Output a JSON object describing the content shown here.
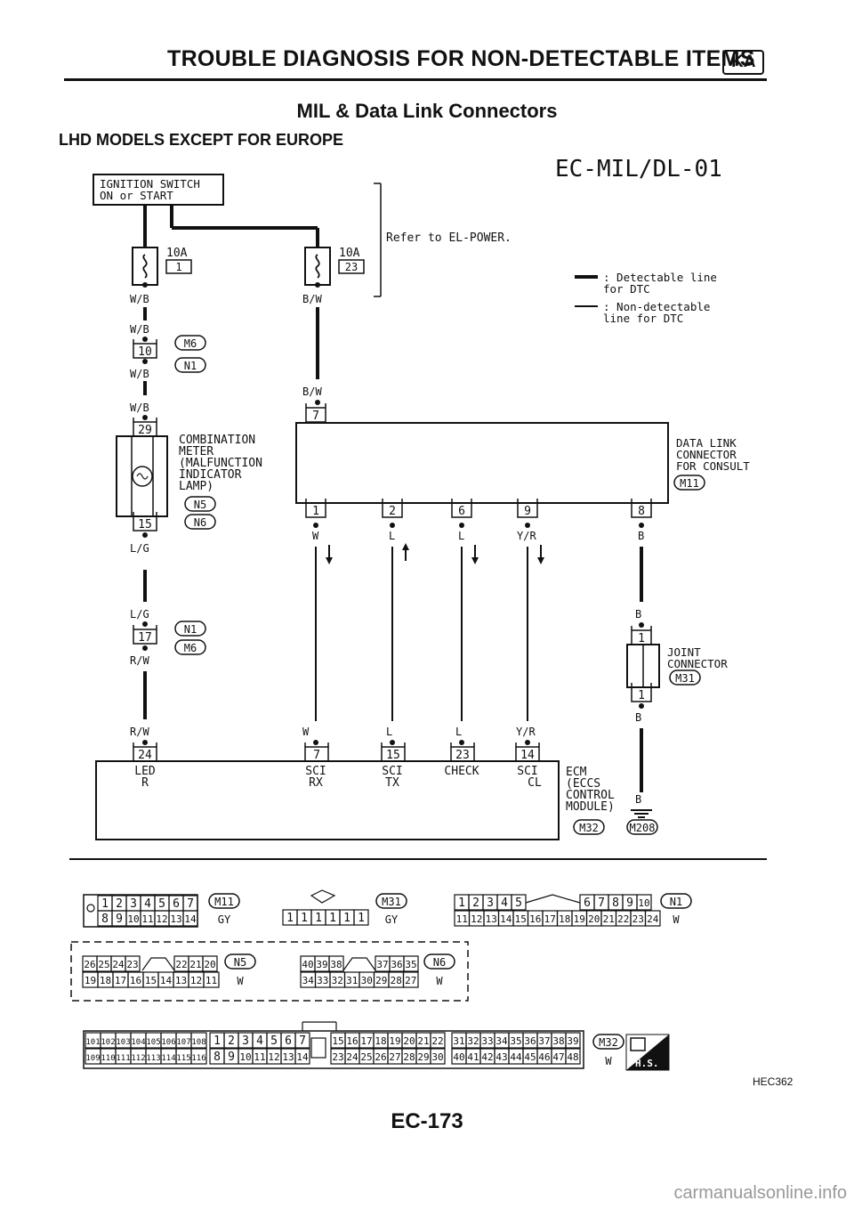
{
  "header": {
    "title": "TROUBLE DIAGNOSIS FOR NON-DETECTABLE ITEMS",
    "badge": "KA"
  },
  "title": "MIL & Data Link Connectors",
  "subtitle": "LHD MODELS EXCEPT FOR EUROPE",
  "diagram": {
    "code": "EC-MIL/DL-01",
    "ignition": [
      "IGNITION SWITCH",
      "ON or START"
    ],
    "refer": "Refer to EL-POWER.",
    "legend": {
      "detectable": [
        ": Detectable line",
        "for DTC"
      ],
      "nondetectable": [
        ": Non-detectable",
        "line for DTC"
      ]
    },
    "fuse1": {
      "amp": "10A",
      "num": "1"
    },
    "fuse2": {
      "amp": "10A",
      "num": "23"
    },
    "wires": {
      "wb": "W/B",
      "bw": "B/W",
      "lg": "L/G",
      "rw": "R/W",
      "w": "W",
      "l": "L",
      "yr": "Y/R",
      "b": "B"
    },
    "conn10": {
      "pin": "10",
      "tags": [
        "M6",
        "N1"
      ]
    },
    "meter": {
      "pin_top": "29",
      "pin_bottom": "15",
      "label": [
        "COMBINATION",
        "METER",
        "(MALFUNCTION",
        " INDICATOR",
        " LAMP)"
      ],
      "tags": [
        "N5",
        "N6"
      ]
    },
    "conn17": {
      "pin": "17",
      "tags": [
        "N1",
        "M6"
      ]
    },
    "dlc": {
      "pin_top": "7",
      "pins": [
        "1",
        "2",
        "6",
        "9",
        "8"
      ],
      "label": [
        "DATA LINK",
        "CONNECTOR",
        "FOR CONSULT"
      ],
      "tag": "M11"
    },
    "joint": {
      "pins": [
        "1",
        "1"
      ],
      "label": [
        "JOINT",
        "CONNECTOR"
      ],
      "tag": "M31"
    },
    "ecm": {
      "pins": [
        "24",
        "7",
        "15",
        "23",
        "14"
      ],
      "labels": [
        [
          "LED",
          "R"
        ],
        [
          "SCI",
          "RX"
        ],
        [
          "SCI",
          "TX"
        ],
        [
          "CHECK",
          ""
        ],
        [
          "SCI",
          "CL"
        ]
      ],
      "name": [
        "ECM",
        "(ECCS",
        " CONTROL",
        " MODULE)"
      ],
      "tags": [
        "M32",
        "M208"
      ]
    },
    "connectors": {
      "m11": {
        "tag": "M11",
        "color": "GY",
        "row1": [
          "1",
          "2",
          "3",
          "4",
          "5",
          "6",
          "7"
        ],
        "row2": [
          "8",
          "9",
          "10",
          "11",
          "12",
          "13",
          "14"
        ]
      },
      "m31": {
        "tag": "M31",
        "color": "GY",
        "row": [
          "1",
          "1",
          "1",
          "1",
          "1",
          "1"
        ]
      },
      "n1": {
        "tag": "N1",
        "color": "W",
        "row1": [
          "1",
          "2",
          "3",
          "4",
          "5",
          "6",
          "7",
          "8",
          "9",
          "10"
        ],
        "row2": [
          "11",
          "12",
          "13",
          "14",
          "15",
          "16",
          "17",
          "18",
          "19",
          "20",
          "21",
          "22",
          "23",
          "24"
        ]
      },
      "n5": {
        "tag": "N5",
        "color": "W",
        "row1": [
          "26",
          "25",
          "24",
          "23",
          "22",
          "21",
          "20"
        ],
        "row2": [
          "19",
          "18",
          "17",
          "16",
          "15",
          "14",
          "13",
          "12",
          "11"
        ]
      },
      "n6": {
        "tag": "N6",
        "color": "W",
        "row1": [
          "40",
          "39",
          "38",
          "37",
          "36",
          "35"
        ],
        "row2": [
          "34",
          "33",
          "32",
          "31",
          "30",
          "29",
          "28",
          "27"
        ]
      },
      "m32": {
        "tag": "M32",
        "color": "W",
        "g1r1": [
          "101",
          "102",
          "103",
          "104",
          "105",
          "106",
          "107",
          "108"
        ],
        "g1r2": [
          "109",
          "110",
          "111",
          "112",
          "113",
          "114",
          "115",
          "116"
        ],
        "g2r1": [
          "1",
          "2",
          "3",
          "4",
          "5",
          "6",
          "7"
        ],
        "g2r2": [
          "8",
          "9",
          "10",
          "11",
          "12",
          "13",
          "14"
        ],
        "g3r1": [
          "15",
          "16",
          "17",
          "18",
          "19",
          "20",
          "21",
          "22"
        ],
        "g3r2": [
          "23",
          "24",
          "25",
          "26",
          "27",
          "28",
          "29",
          "30"
        ],
        "g4r1": [
          "31",
          "32",
          "33",
          "34",
          "35",
          "36",
          "37",
          "38",
          "39"
        ],
        "g4r2": [
          "40",
          "41",
          "42",
          "43",
          "44",
          "45",
          "46",
          "47",
          "48"
        ]
      },
      "hs": "H.S."
    }
  },
  "figure_code": "HEC362",
  "page_number": "EC-173",
  "watermark": "carmanualsonline.info"
}
